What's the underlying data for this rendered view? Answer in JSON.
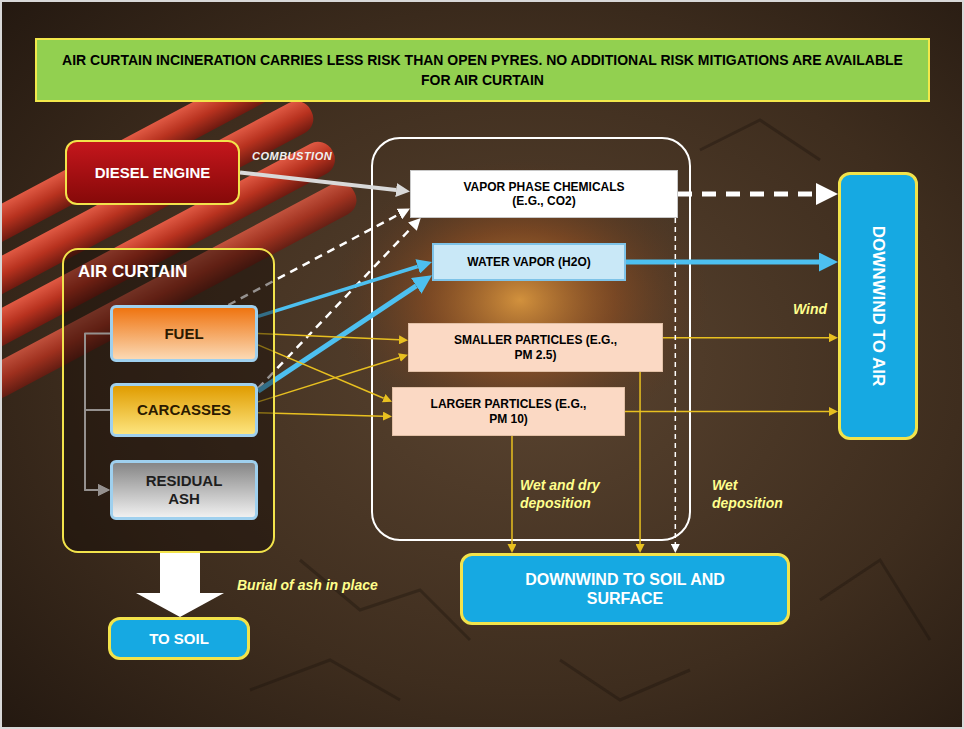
{
  "diagram": {
    "title": "AIR CURTAIN INCINERATION CARRIES LESS RISK THAN OPEN PYRES. NO ADDITIONAL RISK MITIGATIONS ARE AVAILABLE FOR AIR CURTAIN",
    "nodes": [
      {
        "text": [
          "DIESEL ENGINE"
        ]
      },
      {
        "text": [
          "AIR CURTAIN"
        ]
      },
      {
        "text": [
          "FUEL"
        ],
        "in": 1
      },
      {
        "text": [
          "CARCASSES"
        ],
        "in": 1
      },
      {
        "text": [
          "RESIDUAL ASH"
        ],
        "in": 1
      },
      {
        "text": [
          "VAPOR PHASE CHEMICALS (E.G., CO2)"
        ]
      },
      {
        "text": [
          "WATER VAPOR (H2O)"
        ]
      },
      {
        "text": [
          "SMALLER PARTICLES (E.G., PM 2.5)"
        ]
      },
      {
        "text": [
          "LARGER PARTICLES (E.G., PM 10)"
        ]
      },
      {
        "text": [
          "DOWNWIND TO AIR"
        ]
      },
      {
        "text": [
          "DOWNWIND TO SOIL AND SURFACE"
        ]
      },
      {
        "text": [
          "TO SOIL"
        ]
      }
    ],
    "edges": [
      {
        "from": 0,
        "to": 5,
        "arrow": "to",
        "label": "COMBUSTION"
      },
      {
        "from": 2,
        "to": 5,
        "arrow": "to"
      },
      {
        "from": 3,
        "to": 5,
        "arrow": "to"
      },
      {
        "from": 2,
        "to": 6,
        "arrow": "to"
      },
      {
        "from": 3,
        "to": 6,
        "arrow": "to"
      },
      {
        "from": 2,
        "to": 7,
        "arrow": "to"
      },
      {
        "from": 2,
        "to": 8,
        "arrow": "to"
      },
      {
        "from": 3,
        "to": 7,
        "arrow": "to"
      },
      {
        "from": 3,
        "to": 8,
        "arrow": "to"
      },
      {
        "from": 5,
        "to": 9,
        "arrow": "to"
      },
      {
        "from": 6,
        "to": 9,
        "arrow": "to"
      },
      {
        "from": 7,
        "to": 9,
        "arrow": "to"
      },
      {
        "from": 8,
        "to": 9,
        "arrow": "to"
      },
      {
        "from": 8,
        "to": 10,
        "arrow": "to"
      },
      {
        "from": 7,
        "to": 10,
        "arrow": "to"
      },
      {
        "from": 5,
        "to": 10,
        "arrow": "to"
      },
      {
        "from": 2,
        "to": 4,
        "arrow": "to"
      },
      {
        "from": 3,
        "to": 4,
        "arrow": "to"
      },
      {
        "from": 1,
        "to": 11,
        "arrow": "to"
      }
    ],
    "labels": [
      "Wind",
      "Wet and dry deposition",
      "Wet deposition",
      "Burial of ash in place"
    ]
  }
}
